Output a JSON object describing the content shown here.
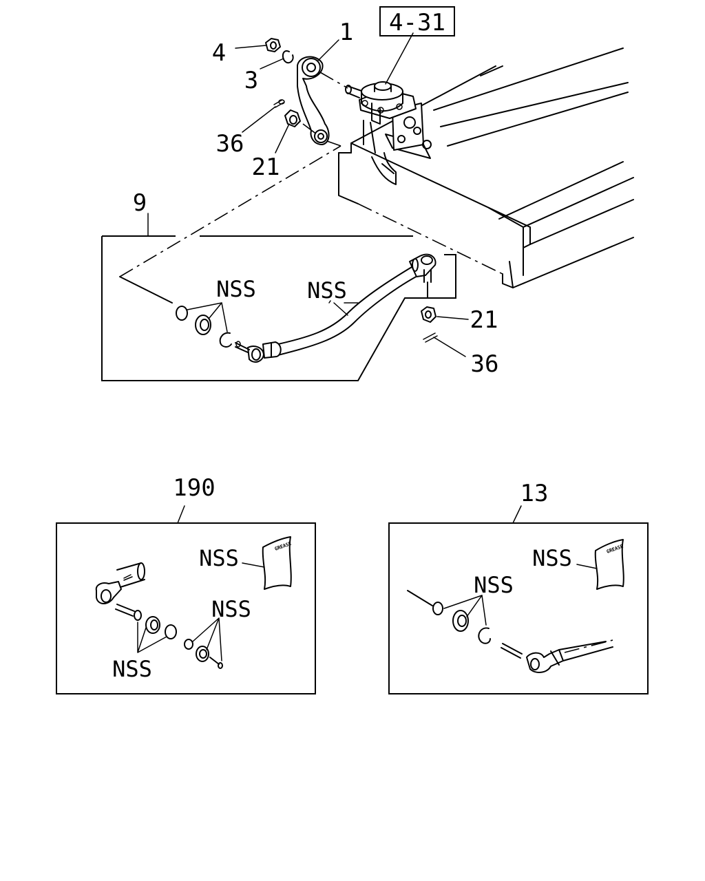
{
  "reference_box": {
    "label": "4-31"
  },
  "callouts": {
    "pitman_arm": "1",
    "lock_washer": "3",
    "nut_top": "4",
    "cotter_pin_upper": "36",
    "castle_nut_upper": "21",
    "relay_rod_assembly": "9",
    "castle_nut_lower": "21",
    "cotter_pin_lower": "36",
    "ball_joint_kit": "190",
    "boot_kit": "13"
  },
  "nss_labels": {
    "relay_boot": "NSS",
    "relay_rod": "NSS",
    "kit190_grease": "NSS",
    "kit190_right": "NSS",
    "kit190_left": "NSS",
    "kit13_grease": "NSS",
    "kit13_boot": "NSS"
  },
  "grease_pack": {
    "text": "GREASE"
  }
}
